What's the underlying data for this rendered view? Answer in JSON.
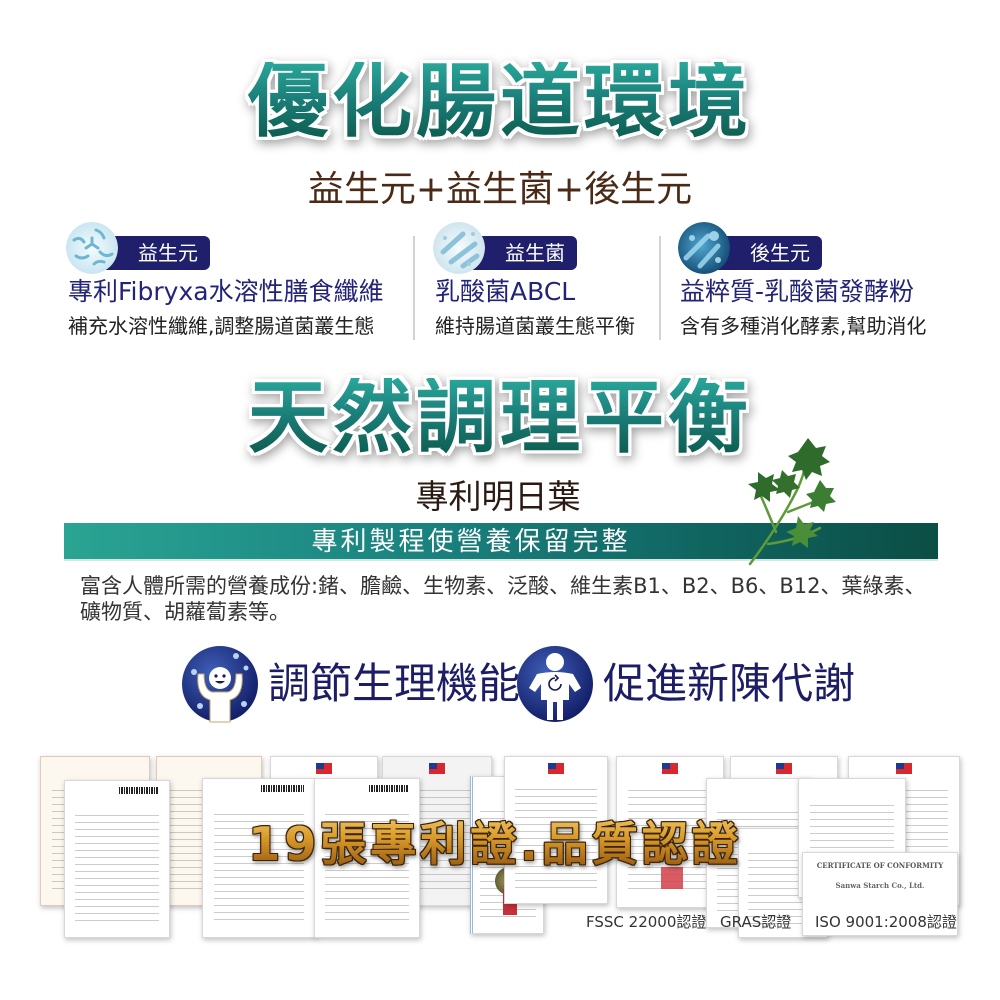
{
  "section1": {
    "headline": "優化腸道環境",
    "subheadline": "益生元+益生菌+後生元",
    "columns": [
      {
        "tag": "益生元",
        "icon": "prebiotic-fiber-icon",
        "title": "專利Fibryxa水溶性膳食纖維",
        "description": "補充水溶性纖維,調整腸道菌叢生態"
      },
      {
        "tag": "益生菌",
        "icon": "probiotic-bacteria-icon",
        "title": "乳酸菌ABCL",
        "description": "維持腸道菌叢生態平衡"
      },
      {
        "tag": "後生元",
        "icon": "postbiotic-microbe-icon",
        "title": "益粹質-乳酸菌發酵粉",
        "description": "含有多種消化酵素,幫助消化"
      }
    ]
  },
  "section2": {
    "headline": "天然調理平衡",
    "subheadline": "專利明日葉",
    "banner": "專利製程使營養保留完整",
    "decoration": "parsley-leaf-icon",
    "nutrients": "富含人體所需的營養成份:鍺、膽鹼、生物素、泛酸、維生素B1、B2、B6、B12、葉綠素、礦物質、胡蘿蔔素等。"
  },
  "functions": [
    {
      "icon": "happy-person-icon",
      "label": "調節生理機能"
    },
    {
      "icon": "metabolism-person-icon",
      "label": "促進新陳代謝"
    }
  ],
  "certificates": {
    "title": "19張專利證.品質認證",
    "labels": [
      "FSSC 22000認證",
      "GRAS認證",
      "ISO 9001:2008認證"
    ],
    "iso_certificate_heading": "CERTIFICATE OF CONFORMITY",
    "iso_certificate_company": "Sanwa Starch Co., Ltd."
  },
  "colors": {
    "headline_teal": "#1b7f7a",
    "tag_navy": "#1f1f6b",
    "title_navy": "#23237a",
    "sub_brown": "#4a2a17",
    "banner_start": "#2aa493",
    "banner_end": "#0b4e45",
    "gold": "#d99a2a"
  }
}
